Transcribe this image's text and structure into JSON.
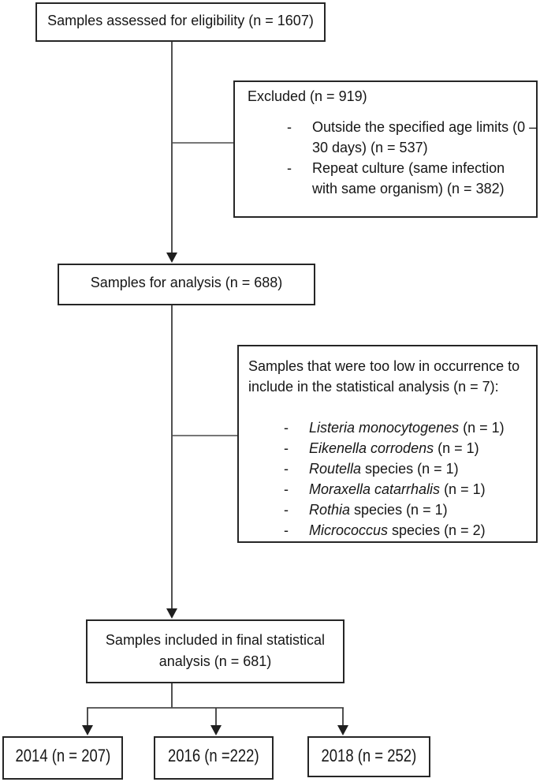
{
  "diagram": {
    "top_box": {
      "label": "Samples assessed for eligibility (n = 1607)"
    },
    "excluded_box": {
      "title": "Excluded (n = 919)",
      "bullet_glyph": "-",
      "items": [
        {
          "lines": [
            "Outside the specified age limits (0 –",
            "30 days) (n = 537)"
          ]
        },
        {
          "lines": [
            "Repeat culture (same infection",
            "with same organism) (n = 382)"
          ]
        }
      ]
    },
    "analysis_box": {
      "label": "Samples for analysis (n = 688)"
    },
    "species_box": {
      "title_lines": [
        "Samples that were too low in occurrence to",
        "include in the statistical analysis (n = 7):"
      ],
      "bullet_glyph": "-",
      "items": [
        {
          "name": "Listeria monocytogenes",
          "suffix": " (n = 1)"
        },
        {
          "name": "Eikenella corrodens",
          "suffix": " (n = 1)"
        },
        {
          "name": "Routella",
          "suffix": " species (n = 1)"
        },
        {
          "name": "Moraxella catarrhalis",
          "suffix": " (n = 1)"
        },
        {
          "name": "Rothia",
          "suffix": " species (n = 1)"
        },
        {
          "name": "Micrococcus",
          "suffix": " species (n = 2)"
        }
      ]
    },
    "final_box": {
      "lines": [
        "Samples included in final statistical",
        "analysis (n = 681)"
      ]
    },
    "year_boxes": [
      {
        "label": "2014 (n = 207)"
      },
      {
        "label": "2016 (n =222)"
      },
      {
        "label": "2018 (n = 252)"
      }
    ]
  },
  "colors": {
    "line": "#3c3c3c",
    "arrow": "#1f1f1f",
    "border": "#262626",
    "text": "#161616",
    "background": "#ffffff"
  }
}
